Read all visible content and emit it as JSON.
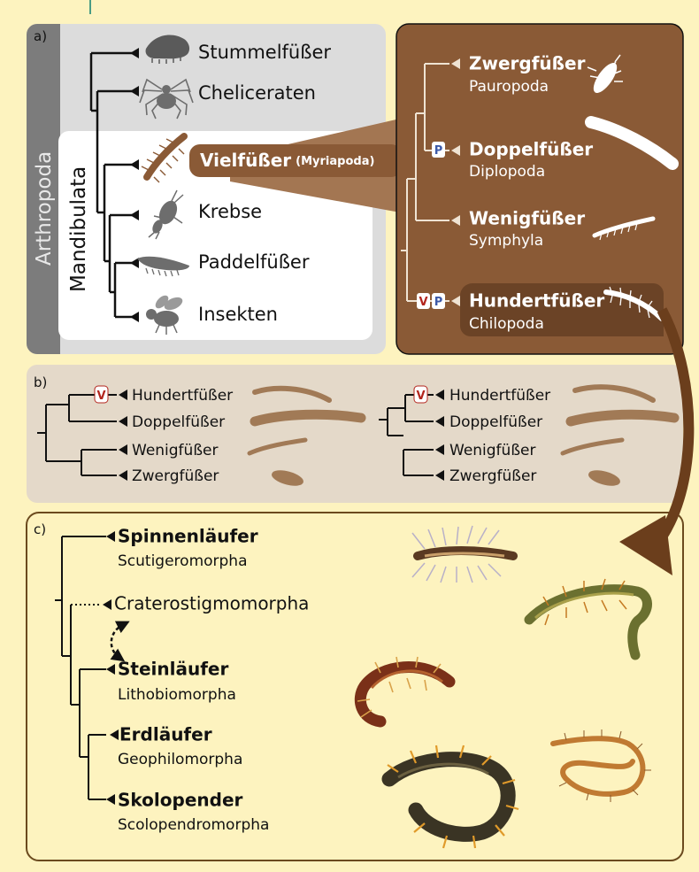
{
  "panel_a": {
    "label": "a)",
    "group_arthropoda": "Arthropoda",
    "group_mandibulata": "Mandibulata",
    "taxa": [
      "Stummelfüßer",
      "Cheliceraten",
      "Krebse",
      "Paddelfüßer",
      "Insekten"
    ],
    "myriapoda_bold": "Vielfüßer",
    "myriapoda_paren": "(Myriapoda)",
    "icons": [
      "velvet-worm-icon",
      "spider-icon",
      "centipede-icon",
      "crustacean-icon",
      "remipede-icon",
      "bee-icon"
    ]
  },
  "panel_myriapoda": {
    "groups": [
      {
        "name": "Zwergfüßer",
        "latin": "Pauropoda"
      },
      {
        "name": "Doppelfüßer",
        "latin": "Diplopoda",
        "badges": [
          "P"
        ]
      },
      {
        "name": "Wenigfüßer",
        "latin": "Symphyla"
      },
      {
        "name": "Hundertfüßer",
        "latin": "Chilopoda",
        "badges": [
          "V",
          "P"
        ]
      }
    ]
  },
  "panel_b": {
    "label": "b)",
    "left_tree": [
      "Hundertfüßer",
      "Doppelfüßer",
      "Wenigfüßer",
      "Zwergfüßer"
    ],
    "right_tree": [
      "Hundertfüßer",
      "Doppelfüßer",
      "Wenigfüßer",
      "Zwergfüßer"
    ],
    "badge": "V"
  },
  "panel_c": {
    "label": "c)",
    "orders": [
      {
        "name": "Spinnenläufer",
        "latin": "Scutigeromorpha"
      },
      {
        "name": "",
        "latin": "Craterostigmomorpha"
      },
      {
        "name": "Steinläufer",
        "latin": "Lithobiomorpha"
      },
      {
        "name": "Erdläufer",
        "latin": "Geophilomorpha"
      },
      {
        "name": "Skolopender",
        "latin": "Scolopendromorpha"
      }
    ]
  },
  "colors": {
    "background": "#fdf3bf",
    "arthropoda_box": "#dcdcdc",
    "side_bar": "#7c7c7c",
    "myriapoda_box": "#8a5a36",
    "myriapoda_highlight": "#9a6a42",
    "chilopoda_highlight": "#6b4326",
    "panel_b_bg": "#e4d9c9",
    "silhouette_brown": "#a17a56",
    "badge_v": "#b3261e",
    "badge_p": "#3d5aa8",
    "panel_c_border": "#6b4a1e"
  }
}
